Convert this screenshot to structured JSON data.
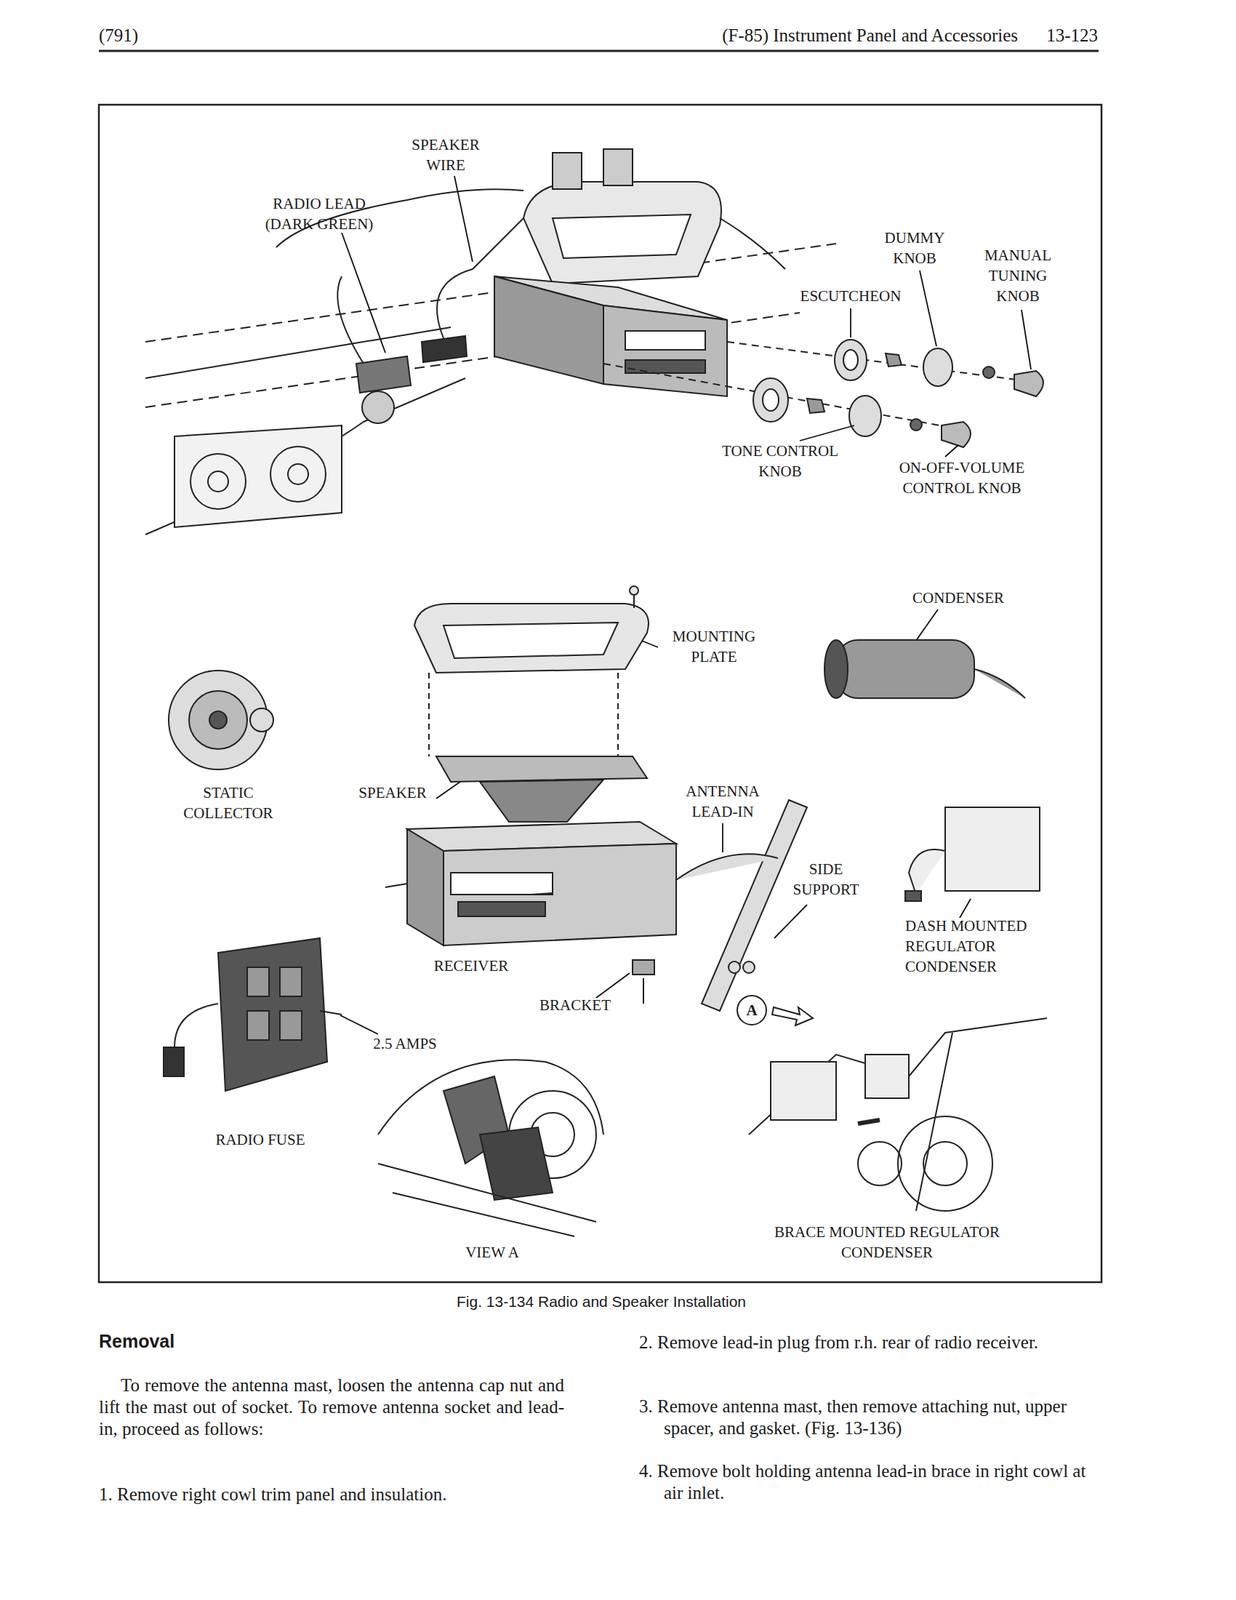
{
  "diagram": {
    "title": "Removal",
    "caption": "Fig. 13-134 Radio and Speaker Installation",
    "labels": [
      "(791)",
      "(F-85) Instrument Panel and Accessories",
      "13-123",
      "SPEAKER WIRE",
      "RADIO LEAD (DARK GREEN)",
      "DUMMY KNOB",
      "MANUAL TUNING KNOB",
      "ESCUTCHEON",
      "TONE CONTROL KNOB",
      "ON-OFF-VOLUME CONTROL KNOB",
      "CONDENSER",
      "MOUNTING PLATE",
      "STATIC COLLECTOR",
      "SPEAKER",
      "ANTENNA LEAD-IN",
      "SIDE SUPPORT",
      "DASH MOUNTED REGULATOR CONDENSER",
      "RECEIVER",
      "BRACKET",
      "A",
      "2.5 AMPS",
      "RADIO FUSE",
      "VIEW A",
      "BRACE MOUNTED REGULATOR CONDENSER",
      "To remove the antenna mast, loosen the antenna cap nut and lift the mast out of socket. To remove antenna socket and lead-in, proceed as follows:",
      "1. Remove right cowl trim panel and insulation.",
      "2. Remove lead-in plug from r.h. rear of radio receiver.",
      "3. Remove antenna mast, then remove attaching nut, upper spacer, and gasket. (Fig. 13-136)",
      "4. Remove bolt holding antenna lead-in brace in right cowl at air inlet."
    ]
  }
}
